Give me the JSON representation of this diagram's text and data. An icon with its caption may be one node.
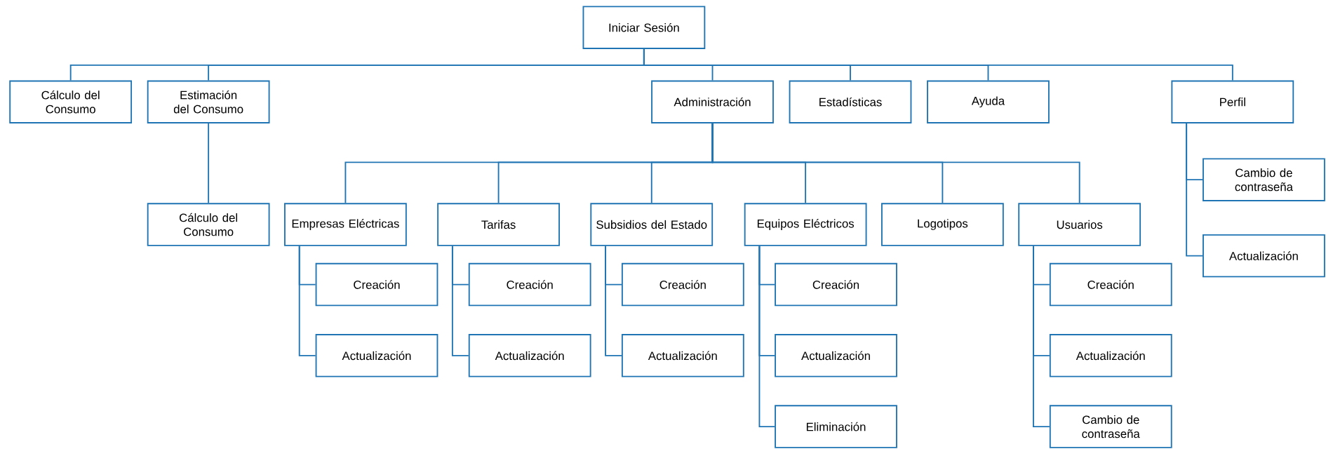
{
  "diagram": {
    "nodes": [
      {
        "text": [
          "Iniciar Sesión"
        ]
      },
      {
        "text": [
          "Cálculo del Consumo"
        ]
      },
      {
        "text": [
          "Estimación del Consumo"
        ]
      },
      {
        "text": [
          "Administración"
        ]
      },
      {
        "text": [
          "Estadísticas"
        ]
      },
      {
        "text": [
          "Ayuda"
        ]
      },
      {
        "text": [
          "Perfil"
        ]
      },
      {
        "text": [
          "Cálculo del Consumo"
        ]
      },
      {
        "text": [
          "Empresas Eléctricas"
        ]
      },
      {
        "text": [
          "Tarifas"
        ]
      },
      {
        "text": [
          "Subsidios del Estado"
        ]
      },
      {
        "text": [
          "Equipos Eléctricos"
        ]
      },
      {
        "text": [
          "Logotipos"
        ]
      },
      {
        "text": [
          "Usuarios"
        ]
      },
      {
        "text": [
          "Creación"
        ]
      },
      {
        "text": [
          "Actualización"
        ]
      },
      {
        "text": [
          "Creación"
        ]
      },
      {
        "text": [
          "Actualización"
        ]
      },
      {
        "text": [
          "Creación"
        ]
      },
      {
        "text": [
          "Actualización"
        ]
      },
      {
        "text": [
          "Creación"
        ]
      },
      {
        "text": [
          "Actualización"
        ]
      },
      {
        "text": [
          "Eliminación"
        ]
      },
      {
        "text": [
          "Creación"
        ]
      },
      {
        "text": [
          "Actualización"
        ]
      },
      {
        "text": [
          "Cambio de contraseña"
        ]
      },
      {
        "text": [
          "Cambio de contraseña"
        ]
      },
      {
        "text": [
          "Actualización"
        ]
      }
    ],
    "edges": [
      {
        "from": 0,
        "to": 1,
        "arrow": "none"
      },
      {
        "from": 0,
        "to": 2,
        "arrow": "none"
      },
      {
        "from": 0,
        "to": 3,
        "arrow": "none"
      },
      {
        "from": 0,
        "to": 4,
        "arrow": "none"
      },
      {
        "from": 0,
        "to": 5,
        "arrow": "none"
      },
      {
        "from": 0,
        "to": 6,
        "arrow": "none"
      },
      {
        "from": 2,
        "to": 7,
        "arrow": "none"
      },
      {
        "from": 3,
        "to": 8,
        "arrow": "none"
      },
      {
        "from": 3,
        "to": 9,
        "arrow": "none"
      },
      {
        "from": 3,
        "to": 10,
        "arrow": "none"
      },
      {
        "from": 3,
        "to": 11,
        "arrow": "none"
      },
      {
        "from": 3,
        "to": 12,
        "arrow": "none"
      },
      {
        "from": 3,
        "to": 13,
        "arrow": "none"
      },
      {
        "from": 8,
        "to": 14,
        "arrow": "none"
      },
      {
        "from": 8,
        "to": 15,
        "arrow": "none"
      },
      {
        "from": 9,
        "to": 16,
        "arrow": "none"
      },
      {
        "from": 9,
        "to": 17,
        "arrow": "none"
      },
      {
        "from": 10,
        "to": 18,
        "arrow": "none"
      },
      {
        "from": 10,
        "to": 19,
        "arrow": "none"
      },
      {
        "from": 11,
        "to": 20,
        "arrow": "none"
      },
      {
        "from": 11,
        "to": 21,
        "arrow": "none"
      },
      {
        "from": 11,
        "to": 22,
        "arrow": "none"
      },
      {
        "from": 13,
        "to": 23,
        "arrow": "none"
      },
      {
        "from": 13,
        "to": 24,
        "arrow": "none"
      },
      {
        "from": 13,
        "to": 25,
        "arrow": "none"
      },
      {
        "from": 6,
        "to": 26,
        "arrow": "none"
      },
      {
        "from": 6,
        "to": 27,
        "arrow": "none"
      }
    ]
  }
}
